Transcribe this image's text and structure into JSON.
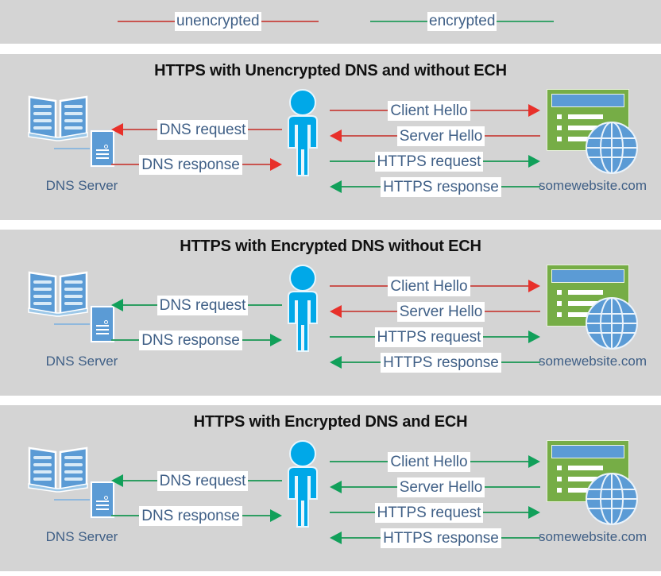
{
  "legend": {
    "items": [
      {
        "label": "unencrypted",
        "color": "#c9544f",
        "name": "legend-unencrypted"
      },
      {
        "label": "encrypted",
        "color": "#3aa36b",
        "name": "legend-encrypted"
      }
    ]
  },
  "actors": {
    "dns_server_label": "DNS Server",
    "website_label": "somewebsite.com",
    "user_icon": "person-icon",
    "dns_icon": "book-server-icon",
    "website_icon": "browser-window-globe-icon"
  },
  "panels": [
    {
      "title": "HTTPS with Unencrypted DNS and without ECH",
      "flows": {
        "dns_request": {
          "label": "DNS request",
          "direction": "left",
          "encrypted": false
        },
        "dns_response": {
          "label": "DNS response",
          "direction": "right",
          "encrypted": false
        },
        "client_hello": {
          "label": "Client Hello",
          "direction": "right",
          "encrypted": false
        },
        "server_hello": {
          "label": "Server Hello",
          "direction": "left",
          "encrypted": false
        },
        "https_request": {
          "label": "HTTPS request",
          "direction": "right",
          "encrypted": true
        },
        "https_response": {
          "label": "HTTPS response",
          "direction": "left",
          "encrypted": true
        }
      }
    },
    {
      "title": "HTTPS with Encrypted DNS without ECH",
      "flows": {
        "dns_request": {
          "label": "DNS request",
          "direction": "left",
          "encrypted": true
        },
        "dns_response": {
          "label": "DNS response",
          "direction": "right",
          "encrypted": true
        },
        "client_hello": {
          "label": "Client Hello",
          "direction": "right",
          "encrypted": false
        },
        "server_hello": {
          "label": "Server Hello",
          "direction": "left",
          "encrypted": false
        },
        "https_request": {
          "label": "HTTPS request",
          "direction": "right",
          "encrypted": true
        },
        "https_response": {
          "label": "HTTPS response",
          "direction": "left",
          "encrypted": true
        }
      }
    },
    {
      "title": "HTTPS with Encrypted DNS and ECH",
      "flows": {
        "dns_request": {
          "label": "DNS request",
          "direction": "left",
          "encrypted": true
        },
        "dns_response": {
          "label": "DNS response",
          "direction": "right",
          "encrypted": true
        },
        "client_hello": {
          "label": "Client Hello",
          "direction": "right",
          "encrypted": true
        },
        "server_hello": {
          "label": "Server Hello",
          "direction": "left",
          "encrypted": true
        },
        "https_request": {
          "label": "HTTPS request",
          "direction": "right",
          "encrypted": true
        },
        "https_response": {
          "label": "HTTPS response",
          "direction": "left",
          "encrypted": true
        }
      }
    }
  ],
  "colors": {
    "panel_background": "#d4d4d4",
    "unencrypted_line": "#c9544f",
    "unencrypted_arrow": "#e8302a",
    "encrypted_line": "#2e9e62",
    "encrypted_arrow": "#11a05a",
    "label_text": "#3f5f86",
    "title_text": "#111111",
    "person": "#00a8e8",
    "website_window": "#76ad46",
    "website_titlebar": "#5b9bd5",
    "globe": "#5b9bd5",
    "book": "#5b9bd5"
  }
}
